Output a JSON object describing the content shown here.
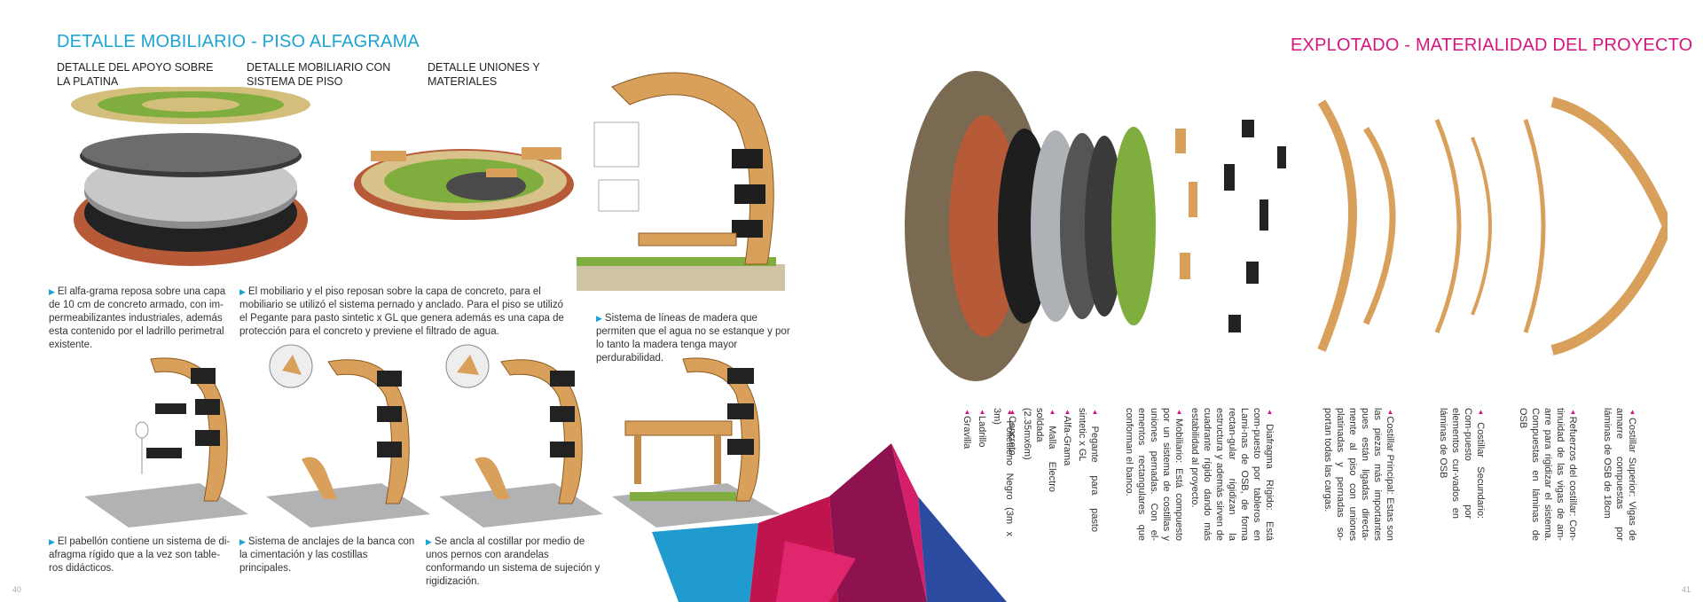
{
  "left_page": {
    "title": "DETALLE MOBILIARIO - PISO ALFAGRAMA",
    "sub1": "DETALLE DEL APOYO  SOBRE LA PLATINA",
    "sub2": "DETALLE MOBILIARIO CON SISTEMA DE PISO",
    "sub3": "DETALLE UNIONES Y MATERIALES",
    "p1": "El alfa-grama reposa sobre una capa de 10 cm de concreto armado, con im-permeabilizantes industriales, además esta contenido por el ladrillo perimetral existente.",
    "p2": "El mobiliario y el piso reposan sobre la capa de concreto, para el mobiliario se utilizó el sistema pernado y anclado. Para el piso se utilizó el Pegante para pasto sintetic x GL que genera además es una capa de protección para el concreto y previene el filtrado de agua.",
    "p3": "Sistema de líneas de madera que permiten que el agua no se estanque y por lo tanto la madera tenga mayor perdurabilidad.",
    "p4": "El pabellón contiene un sistema de di-afragma rígido que a la vez son table-ros didácticos.",
    "p5": "Sistema de anclajes de la banca con la cimentación y las costillas principales.",
    "p6": "Se ancla al costillar por medio de unos pernos con arandelas conformando un sistema de sujeción y rigidización.",
    "page_number": "40"
  },
  "right_page": {
    "title": "EXPLOTADO - MATERIALIDAD DEL PROYECTO",
    "page_number": "41",
    "captions": [
      "Gravilla",
      "Ladrillo",
      "Polietileno Negro (3m x 3m)",
      "Concreto",
      "Malla Electro soldada (2.35mx6m)",
      "Alfa-Grama",
      "Pegante para pasto sintetic x GL",
      "Mobiliario: Está compuesto por un sistema de costillas y uniones pernadas. Con el-ementos rectangulares que conforman el banco.",
      "Diafragma Rígido: Está com-puesto por tableros en Lami-nas de OSB, de forma rectan-gular rigidizan la estructura y además sirven de cuadrante rígido dando más estabilidad al proyecto.",
      "Costillar Principal: Estas son las piezas más importantes pues están ligadas directa-mente al piso con uniones platinadas y pernadas so-portan todas las cargas.",
      "Costillar Secundario: Com-puesto por elementos cur-vados en láminas de OSB",
      "Refuerzos del costillar: Con-tinuidad de las vigas de am-arre para rigidizar el sistema. Compuestas en láminas de OSB",
      "Costillar Superior: Vigas de amarre compuestas por láminas de OSB de 18cm"
    ]
  },
  "colors": {
    "accent_blue": "#1ba3d4",
    "accent_magenta": "#d6167e",
    "wood": "#d9a05b",
    "grass": "#7fae3e"
  }
}
